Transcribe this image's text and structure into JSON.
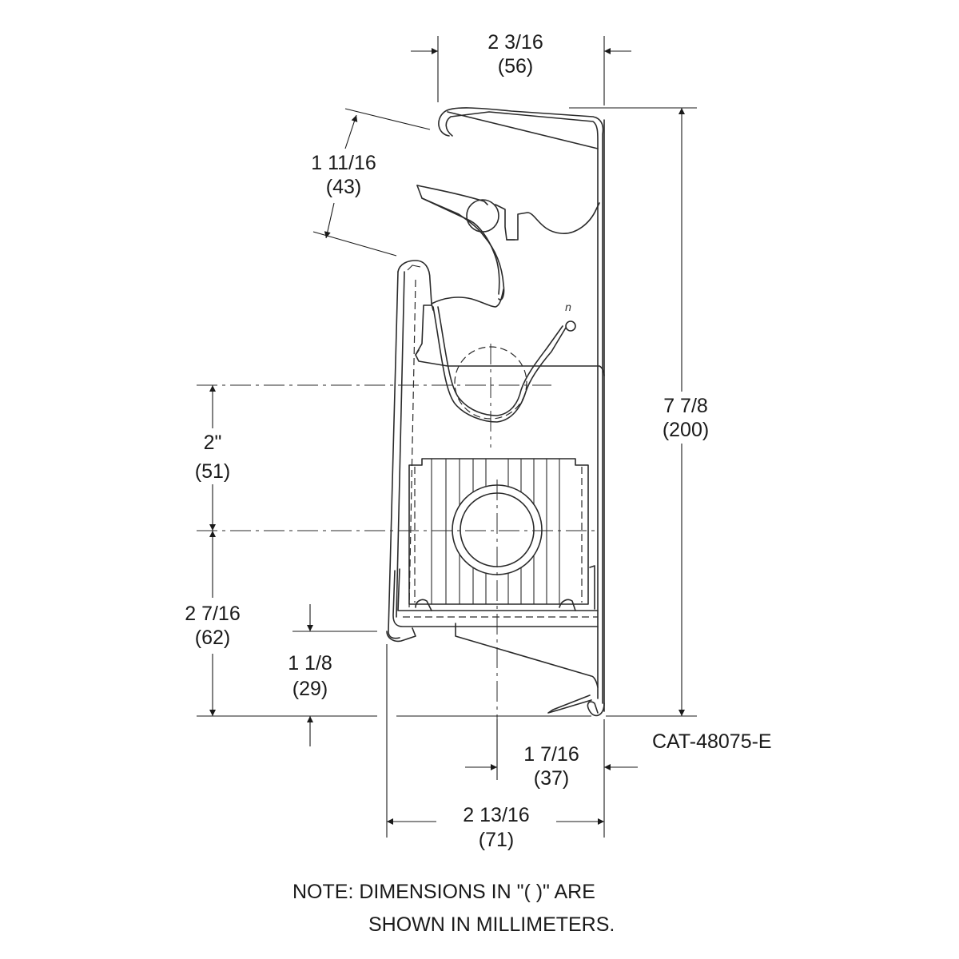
{
  "dimensions": {
    "top_width": {
      "imperial": "2 3/16",
      "metric": "(56)"
    },
    "hook_depth": {
      "imperial": "1 11/16",
      "metric": "(43)"
    },
    "overall_height": {
      "imperial": "7 7/8",
      "metric": "(200)"
    },
    "hole_spacing": {
      "imperial": "2\"",
      "metric": "(51)"
    },
    "hole_to_bottom": {
      "imperial": "2 7/16",
      "metric": "(62)"
    },
    "lower_lip": {
      "imperial": "1 1/8",
      "metric": "(29)"
    },
    "hole_offset": {
      "imperial": "1 7/16",
      "metric": "(37)"
    },
    "base_width": {
      "imperial": "2 13/16",
      "metric": "(71)"
    }
  },
  "callout": "n",
  "catalog_number": "CAT-48075-E",
  "note": {
    "line1": "NOTE: DIMENSIONS IN \"( )\" ARE",
    "line2": "SHOWN IN MILLIMETERS."
  }
}
